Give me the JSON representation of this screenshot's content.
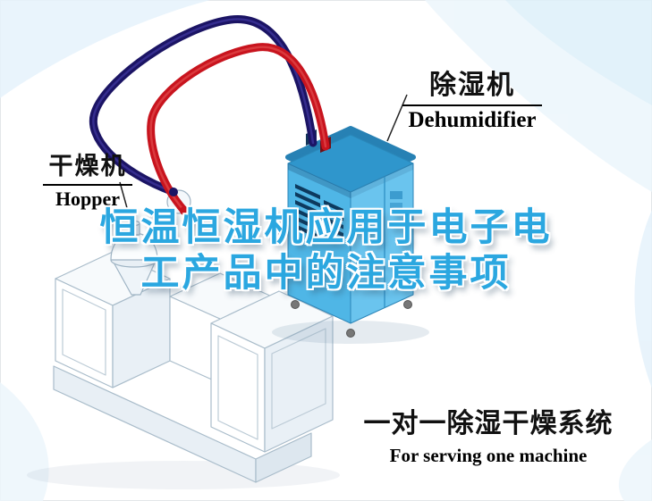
{
  "title": {
    "line1": "恒温恒湿机应用于电子电",
    "line2": "工产品中的注意事项",
    "color": "#2BA7E0"
  },
  "machines": {
    "dehumidifier": {
      "label_cn": "除湿机",
      "label_en": "Dehumidifier",
      "body_color": "#4FB6E6"
    },
    "hopper": {
      "label_cn": "干燥机",
      "label_en": "Hopper"
    }
  },
  "caption": {
    "cn": "一对一除湿干燥系统",
    "en": "For serving one machine"
  },
  "pipes": {
    "red_pipe_color": "#C8141E",
    "navy_pipe_color": "#1B1464"
  }
}
